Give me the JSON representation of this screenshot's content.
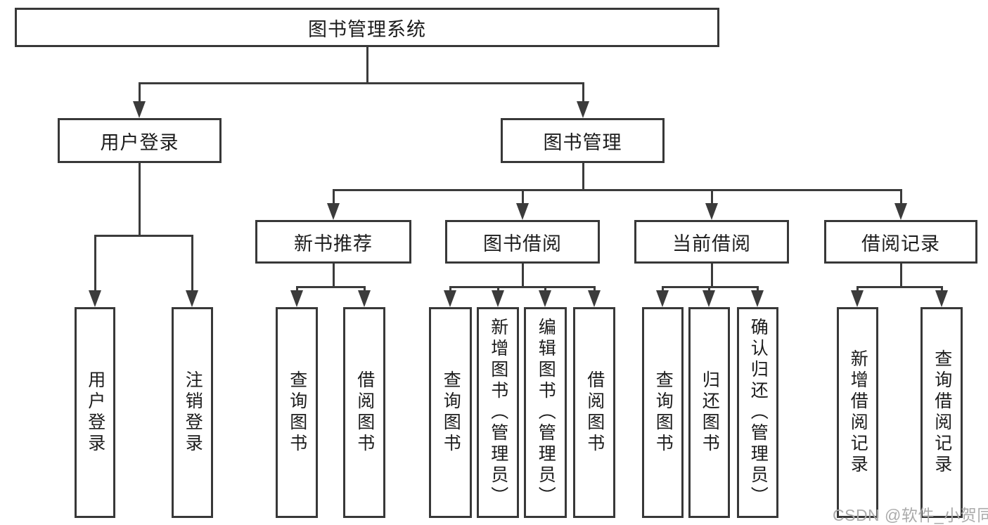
{
  "tree": {
    "root": {
      "label": "图书管理系统"
    },
    "branches": [
      {
        "label": "用户登录",
        "children": [
          {
            "label": "用户登录"
          },
          {
            "label": "注销登录"
          }
        ]
      },
      {
        "label": "图书管理",
        "children": [
          {
            "label": "新书推荐",
            "children": [
              {
                "label": "查询图书"
              },
              {
                "label": "借阅图书"
              }
            ]
          },
          {
            "label": "图书借阅",
            "children": [
              {
                "label": "查询图书"
              },
              {
                "label": "新增图书（管理员）"
              },
              {
                "label": "编辑图书（管理员）"
              },
              {
                "label": "借阅图书"
              }
            ]
          },
          {
            "label": "当前借阅",
            "children": [
              {
                "label": "查询图书"
              },
              {
                "label": "归还图书"
              },
              {
                "label": "确认归还（管理员）"
              }
            ]
          },
          {
            "label": "借阅记录",
            "children": [
              {
                "label": "新增借阅记录"
              },
              {
                "label": "查询借阅记录"
              }
            ]
          }
        ]
      }
    ]
  },
  "watermark": {
    "text": "CSDN @软件_小贺同学"
  },
  "colors": {
    "background": "#ffffff",
    "box_border": "#383838",
    "connector_line": "#3b3b3b",
    "text": "#1c1c1c",
    "watermark_text": "#ababab"
  }
}
